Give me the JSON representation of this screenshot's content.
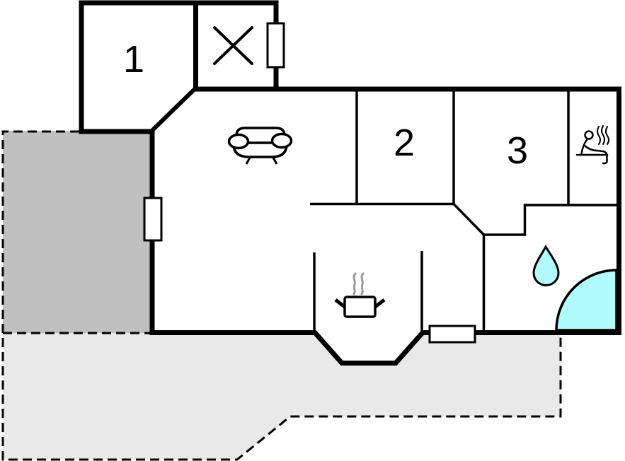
{
  "plan": {
    "rooms": {
      "room1_label": "1",
      "room2_label": "2",
      "room3_label": "3"
    },
    "colors": {
      "wall": "#000000",
      "terrace_dark": "#c0c0c0",
      "terrace_light": "#e9e9e9",
      "water": "#b0fbfb",
      "steam": "#999999",
      "floor": "#ffffff"
    },
    "icons": {
      "cross": "window-cross-icon",
      "sofa": "sofa-icon",
      "stove": "stove-pot-icon",
      "stove_steam": "stove-steam-icon",
      "drop": "water-drop-icon",
      "bath": "corner-bath-icon",
      "sauna": "sauna-person-icon",
      "sauna_steam": "sauna-steam-icon"
    }
  }
}
